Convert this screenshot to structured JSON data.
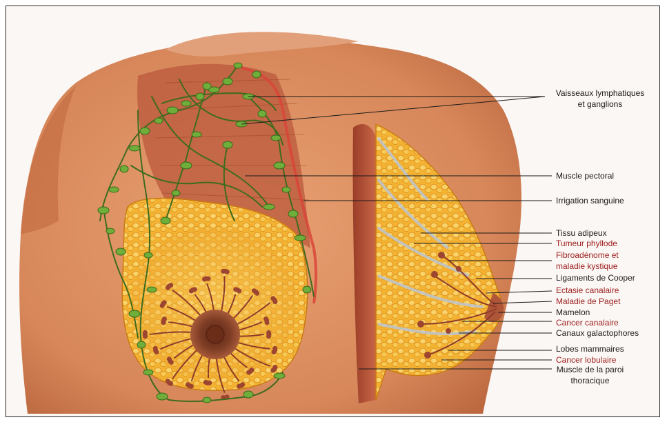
{
  "colors": {
    "skin": "#d98a5c",
    "skin_dark": "#b6623a",
    "muscle": "#b8543a",
    "fat": "#f1ae2a",
    "fat_light": "#f8d46a",
    "lymph": "#3e6b1e",
    "node": "#6fae3a",
    "duct": "#8e3b2a",
    "areola": "#7b3a24",
    "label_black": "#1a1a1a",
    "label_red": "#9b1b1b"
  },
  "labels": [
    {
      "id": "vaisseaux",
      "text": "Vaisseaux lymphatiques",
      "color": "black"
    },
    {
      "id": "ganglions",
      "text": "et ganglions",
      "color": "black"
    },
    {
      "id": "muscle_pectoral",
      "text": "Muscle pectoral",
      "color": "black"
    },
    {
      "id": "irrigation",
      "text": "Irrigation sanguine",
      "color": "black"
    },
    {
      "id": "tissu_adipeux",
      "text": "Tissu adipeux",
      "color": "black"
    },
    {
      "id": "tumeur_phyllode",
      "text": "Tumeur phyllode",
      "color": "red"
    },
    {
      "id": "fibroadenome",
      "text": "Fibroadénome et",
      "color": "red"
    },
    {
      "id": "maladie_kystique",
      "text": "maladie kystique",
      "color": "red"
    },
    {
      "id": "ligaments_cooper",
      "text": "Ligaments de Cooper",
      "color": "black"
    },
    {
      "id": "ectasie",
      "text": "Ectasie canalaire",
      "color": "red"
    },
    {
      "id": "paget",
      "text": "Maladie de Paget",
      "color": "red"
    },
    {
      "id": "mamelon",
      "text": "Mamelon",
      "color": "black"
    },
    {
      "id": "cancer_canalaire",
      "text": "Cancer canalaire",
      "color": "red"
    },
    {
      "id": "canaux",
      "text": "Canaux galactophores",
      "color": "black"
    },
    {
      "id": "lobes",
      "text": "Lobes mammaires",
      "color": "black"
    },
    {
      "id": "cancer_lobulaire",
      "text": "Cancer lobulaire",
      "color": "red"
    },
    {
      "id": "muscle_paroi",
      "text": "Muscle de la paroi",
      "color": "black"
    },
    {
      "id": "thoracique",
      "text": "thoracique",
      "color": "black"
    }
  ]
}
